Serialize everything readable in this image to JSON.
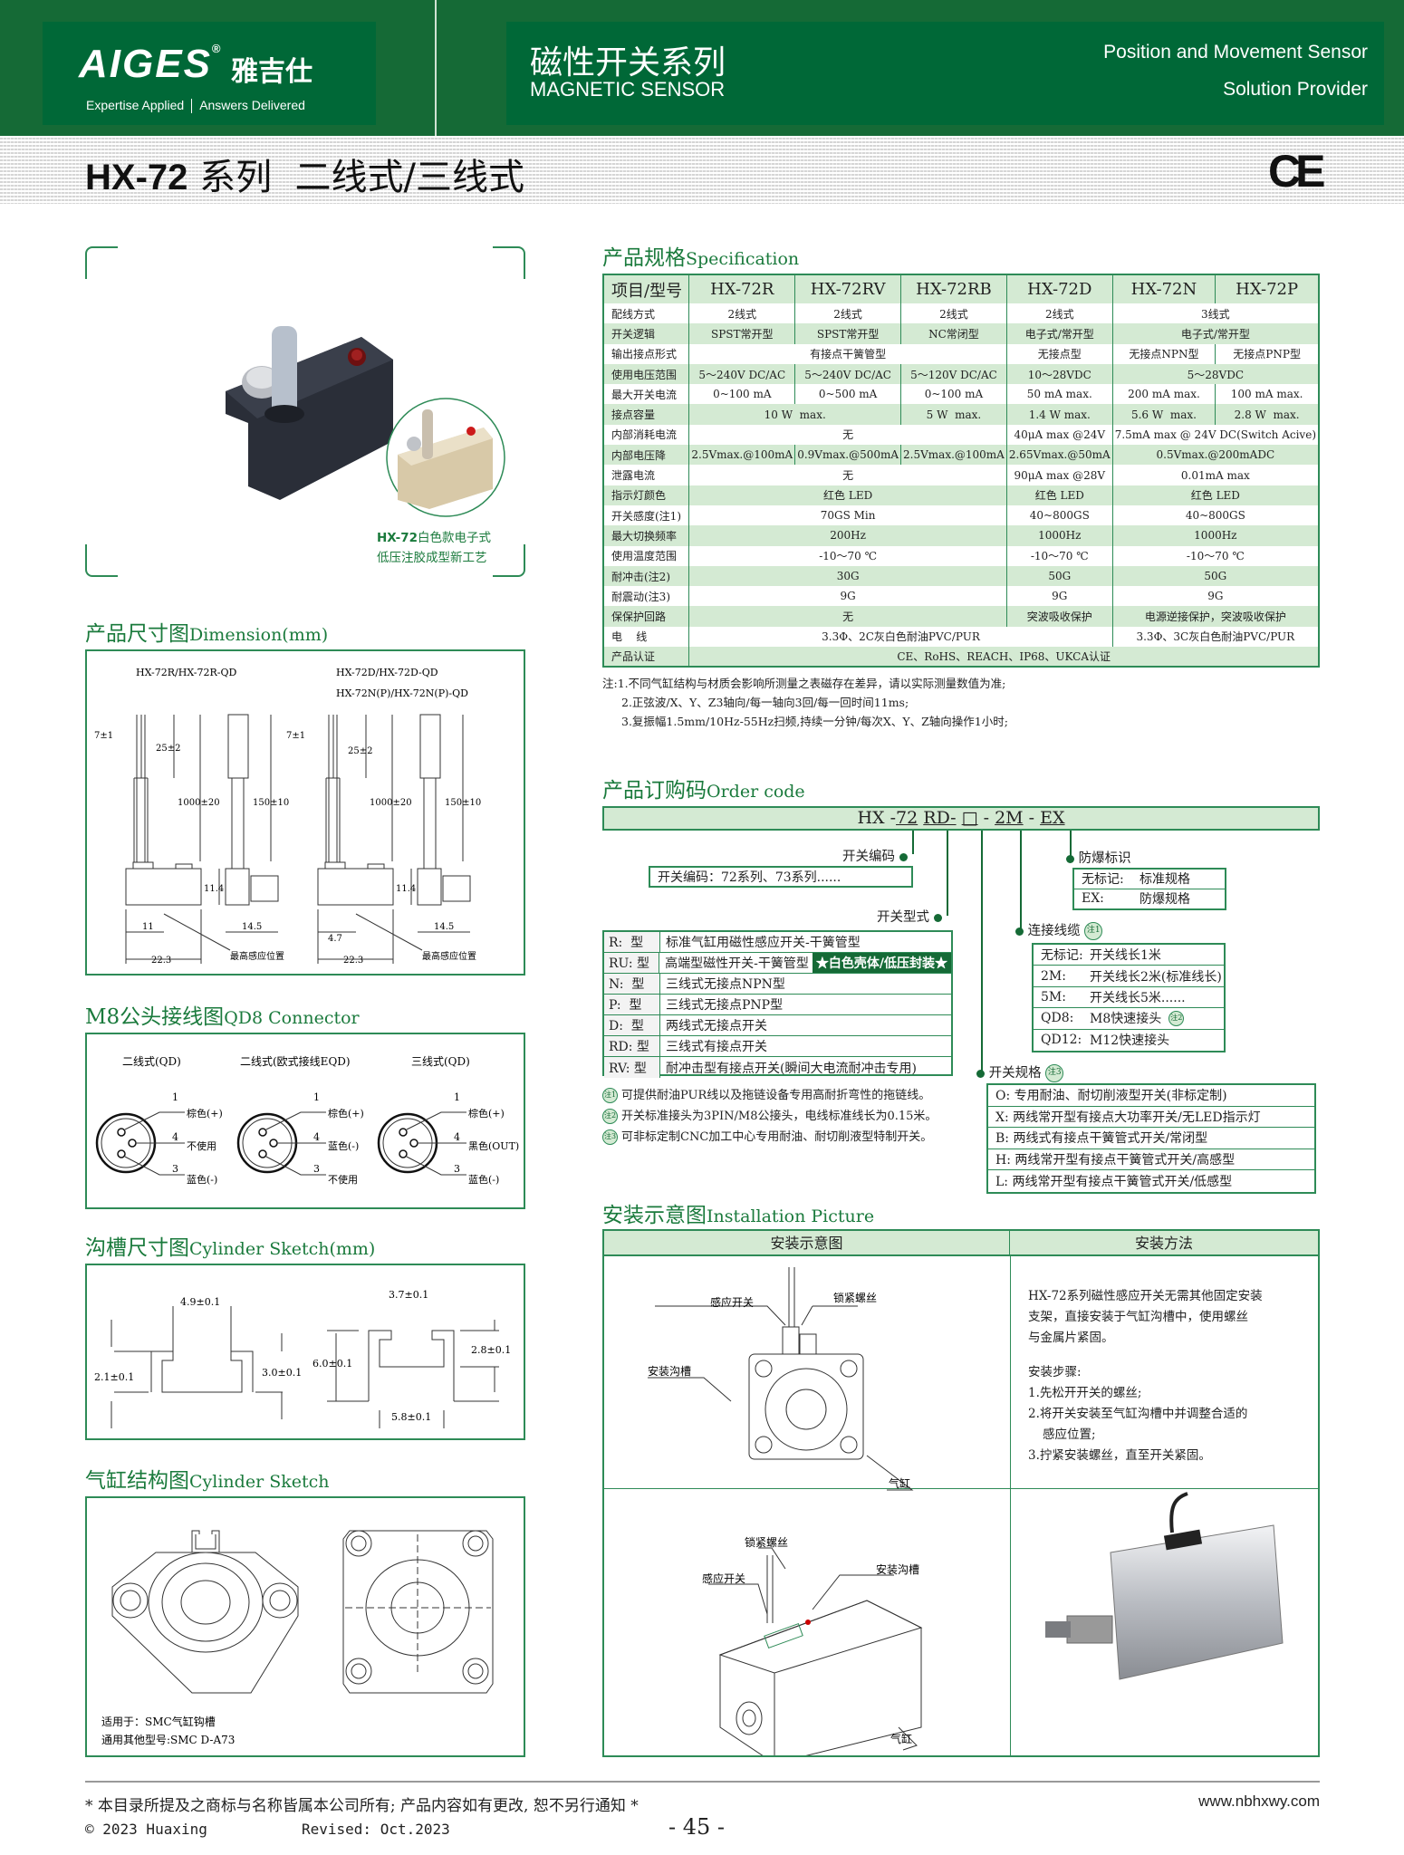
{
  "header": {
    "logo": "AIGES",
    "logo_cn": "雅吉仕",
    "tagline_left": "Expertise Applied",
    "tagline_right": "Answers Delivered",
    "series_cn": "磁性开关系列",
    "series_en": "MAGNETIC SENSOR",
    "tag_line1": "Position and Movement Sensor",
    "tag_line2": "Solution Provider"
  },
  "title": {
    "model": "HX-72",
    "text": " 系列  二线式/三线式",
    "mark": "CE"
  },
  "product_photo": {
    "caption_line1_model": "HX-72",
    "caption_line1": "白色款电子式",
    "caption_line2": "低压注胶成型新工艺"
  },
  "sections": {
    "dimension": {
      "cn": "产品尺寸图",
      "en": "Dimension(mm)"
    },
    "connector": {
      "cn": "M8公头接线图",
      "en": "QD8 Connector"
    },
    "groove": {
      "cn": "沟槽尺寸图",
      "en": "Cylinder Sketch(mm)"
    },
    "cylinder": {
      "cn": "气缸结构图",
      "en": "Cylinder Sketch"
    },
    "spec": {
      "cn": "产品规格",
      "en": "Specification"
    },
    "order": {
      "cn": "产品订购码",
      "en": "Order code"
    },
    "install": {
      "cn": "安装示意图",
      "en": "Installation Picture"
    }
  },
  "dimension": {
    "left_title": "HX-72R/HX-72R-QD",
    "right_title1": "HX-72D/HX-72D-QD",
    "right_title2": "HX-72N(P)/HX-72N(P)-QD",
    "d_strip": "7±1",
    "d_sheath": "25±2",
    "d_cable": "1000±20",
    "d_qd": "150±10",
    "d_height": "11.4",
    "d_11": "11",
    "d_47": "4.7",
    "d_width": "14.5",
    "d_len": "22.3",
    "sense_label": "最高感应位置"
  },
  "connector": {
    "diagrams": [
      {
        "title": "二线式(QD)",
        "pins": [
          {
            "n": "1",
            "label": "棕色(+)"
          },
          {
            "n": "4",
            "label": "不使用"
          },
          {
            "n": "3",
            "label": "蓝色(-)"
          }
        ]
      },
      {
        "title": "二线式(欧式接线EQD)",
        "pins": [
          {
            "n": "1",
            "label": "棕色(+)"
          },
          {
            "n": "4",
            "label": "蓝色(-)"
          },
          {
            "n": "3",
            "label": "不使用"
          }
        ]
      },
      {
        "title": "三线式(QD)",
        "pins": [
          {
            "n": "1",
            "label": "棕色(+)"
          },
          {
            "n": "4",
            "label": "黑色(OUT)"
          },
          {
            "n": "3",
            "label": "蓝色(-)"
          }
        ]
      }
    ]
  },
  "groove": {
    "d1": "4.9±0.1",
    "d2": "2.1±0.1",
    "d3": "3.0±0.1",
    "d4": "6.0±0.1",
    "d5": "3.7±0.1",
    "d6": "2.8±0.1",
    "d7": "5.8±0.1"
  },
  "cylinder": {
    "applies": "适用于：SMC气缸钩槽",
    "compat": "通用其他型号:SMC D-A73"
  },
  "spec": {
    "header": [
      {
        "text": "项目/型号"
      },
      {
        "text": "HX-72R"
      },
      {
        "text": "HX-72RV"
      },
      {
        "text": "HX-72RB"
      },
      {
        "text": "HX-72D"
      },
      {
        "text": "HX-72N"
      },
      {
        "text": "HX-72P"
      }
    ],
    "rows": [
      {
        "label": "配线方式",
        "cells": [
          {
            "text": "2线式"
          },
          {
            "text": "2线式"
          },
          {
            "text": "2线式"
          },
          {
            "text": "2线式"
          },
          {
            "text": "3线式",
            "span": 2
          }
        ]
      },
      {
        "label": "开关逻辑",
        "cells": [
          {
            "text": "SPST常开型"
          },
          {
            "text": "SPST常开型"
          },
          {
            "text": "NC常闭型"
          },
          {
            "text": "电子式/常开型"
          },
          {
            "text": "电子式/常开型",
            "span": 2
          }
        ]
      },
      {
        "label": "输出接点形式",
        "cells": [
          {
            "text": "有接点干簧管型",
            "span": 3
          },
          {
            "text": "无接点型"
          },
          {
            "text": "无接点NPN型"
          },
          {
            "text": "无接点PNP型"
          }
        ]
      },
      {
        "label": "使用电压范围",
        "cells": [
          {
            "text": "5～240V DC/AC"
          },
          {
            "text": "5～240V DC/AC"
          },
          {
            "text": "5～120V DC/AC"
          },
          {
            "text": "10～28VDC"
          },
          {
            "text": "5～28VDC",
            "span": 2
          }
        ]
      },
      {
        "label": "最大开关电流",
        "cells": [
          {
            "text": "0~100 mA"
          },
          {
            "text": "0~500 mA"
          },
          {
            "text": "0~100 mA"
          },
          {
            "text": "50 mA max."
          },
          {
            "text": "200 mA max."
          },
          {
            "text": "100 mA max."
          }
        ]
      },
      {
        "label": "接点容量",
        "cells": [
          {
            "text": "10 W  max.",
            "span": 2
          },
          {
            "text": "5 W  max."
          },
          {
            "text": "1.4 W max."
          },
          {
            "text": "5.6 W  max."
          },
          {
            "text": "2.8 W  max."
          }
        ]
      },
      {
        "label": "内部消耗电流",
        "cells": [
          {
            "text": "无",
            "span": 3
          },
          {
            "text": "40μA max @24V"
          },
          {
            "text": "7.5mA max @ 24V DC(Switch Acive)",
            "span": 2
          }
        ]
      },
      {
        "label": "内部电压降",
        "cells": [
          {
            "text": "2.5Vmax.@100mA"
          },
          {
            "text": "0.9Vmax.@500mA"
          },
          {
            "text": "2.5Vmax.@100mA"
          },
          {
            "text": "2.65Vmax.@50mA"
          },
          {
            "text": "0.5Vmax.@200mADC",
            "span": 2
          }
        ]
      },
      {
        "label": "泄露电流",
        "cells": [
          {
            "text": "无",
            "span": 3
          },
          {
            "text": "90μA max @28V"
          },
          {
            "text": "0.01mA max",
            "span": 2
          }
        ]
      },
      {
        "label": "指示灯颜色",
        "cells": [
          {
            "text": "红色 LED",
            "span": 3
          },
          {
            "text": "红色 LED"
          },
          {
            "text": "红色 LED",
            "span": 2
          }
        ]
      },
      {
        "label": "开关感度(注1)",
        "cells": [
          {
            "text": "70GS Min",
            "span": 3
          },
          {
            "text": "40~800GS"
          },
          {
            "text": "40~800GS",
            "span": 2
          }
        ]
      },
      {
        "label": "最大切换频率",
        "cells": [
          {
            "text": "200Hz",
            "span": 3
          },
          {
            "text": "1000Hz"
          },
          {
            "text": "1000Hz",
            "span": 2
          }
        ]
      },
      {
        "label": "使用温度范围",
        "cells": [
          {
            "text": "-10～70 ℃",
            "span": 3
          },
          {
            "text": "-10～70 ℃"
          },
          {
            "text": "-10～70 ℃",
            "span": 2
          }
        ]
      },
      {
        "label": "耐冲击(注2)",
        "cells": [
          {
            "text": "30G",
            "span": 3
          },
          {
            "text": "50G"
          },
          {
            "text": "50G",
            "span": 2
          }
        ]
      },
      {
        "label": "耐震动(注3)",
        "cells": [
          {
            "text": "9G",
            "span": 3
          },
          {
            "text": "9G"
          },
          {
            "text": "9G",
            "span": 2
          }
        ]
      },
      {
        "label": "保保护回路",
        "cells": [
          {
            "text": "无",
            "span": 3
          },
          {
            "text": "突波吸收保护"
          },
          {
            "text": "电源逆接保护，突波吸收保护",
            "span": 2
          }
        ]
      },
      {
        "label": "电    线",
        "cells": [
          {
            "text": "3.3Φ、2C灰白色耐油PVC/PUR",
            "span": 4
          },
          {
            "text": "3.3Φ、3C灰白色耐油PVC/PUR",
            "span": 2
          }
        ]
      },
      {
        "label": "产品认证",
        "cells": [
          {
            "text": "CE、RoHS、REACH、IP68、UKCA认证",
            "span": 6
          }
        ]
      }
    ],
    "notes": [
      "注:1.不同气缸结构与材质会影响所测量之表磁存在差异，请以实际测量数值为准;",
      "2.正弦波/X、Y、Z3轴向/每一轴向3回/每一回时间11ms;",
      "3.复振幅1.5mm/10Hz-55Hz扫频,持续一分钟/每次X、Y、Z轴向操作1小时;"
    ]
  },
  "order": {
    "code": {
      "p1": "HX -",
      "p2": "72",
      "p3": "RD-",
      "p4": "□",
      "sep": " - ",
      "p5": "2M",
      "p6": "EX"
    },
    "switch_code": {
      "label": "开关编码",
      "value": "开关编码：72系列、73系列......"
    },
    "switch_type": {
      "label": "开关型式",
      "rows": [
        {
          "code": "R:  型",
          "desc": "标准气缸用磁性感应开关-干簧管型"
        },
        {
          "code": "RU: 型",
          "desc": "高端型磁性开关-干簧管型",
          "highlight": "★白色壳体/低压封装★"
        },
        {
          "code": "N:  型",
          "desc": "三线式无接点NPN型"
        },
        {
          "code": "P:  型",
          "desc": "三线式无接点PNP型"
        },
        {
          "code": "D:  型",
          "desc": "两线式无接点开关"
        },
        {
          "code": "RD: 型",
          "desc": "三线式有接点开关"
        },
        {
          "code": "RV: 型",
          "desc": "耐冲击型有接点开关(瞬间大电流耐冲击专用)"
        }
      ]
    },
    "footnotes": [
      {
        "badge": "注1",
        "text": "可提供耐油PUR线以及拖链设备专用高耐折弯性的拖链线。"
      },
      {
        "badge": "注2",
        "text": "开关标准接头为3PIN/M8公接头，电线标准线长为0.15米。"
      },
      {
        "badge": "注3",
        "text": "可非标定制CNC加工中心专用耐油、耐切削液型特制开关。"
      }
    ],
    "explosion": {
      "label": "防爆标识",
      "rows": [
        {
          "code": "无标记:",
          "desc": "标准规格"
        },
        {
          "code": "EX:",
          "desc": "防爆规格"
        }
      ]
    },
    "cable": {
      "label": "连接线缆",
      "badge": "注1",
      "rows": [
        {
          "code": "无标记:",
          "desc": "开关线长1米"
        },
        {
          "code": "2M:",
          "desc": "开关线长2米(标准线长)"
        },
        {
          "code": "5M:",
          "desc": "开关线长5米......"
        },
        {
          "code": "QD8:",
          "desc": "M8快速接头",
          "badge": "注2"
        },
        {
          "code": "QD12:",
          "desc": "M12快速接头"
        }
      ]
    },
    "spec_opt": {
      "label": "开关规格",
      "badge": "注3",
      "rows": [
        {
          "text": "O: 专用耐油、耐切削液型开关(非标定制)"
        },
        {
          "text": "X: 两线常开型有接点大功率开关/无LED指示灯"
        },
        {
          "text": "B: 两线式有接点干簧管式开关/常闭型"
        },
        {
          "text": "H: 两线常开型有接点干簧管式开关/高感型"
        },
        {
          "text": "L: 两线常开型有接点干簧管式开关/低感型"
        }
      ]
    }
  },
  "install": {
    "col1": "安装示意图",
    "col2": "安装方法",
    "labels": {
      "switch": "感应开关",
      "screw": "锁紧螺丝",
      "groove": "安装沟槽",
      "cylinder": "气缸"
    },
    "intro": [
      "HX-72系列磁性感应开关无需其他固定安装",
      "支架，直接安装于气缸沟槽中，使用螺丝",
      "与金属片紧固。"
    ],
    "steps_title": "安装步骤:",
    "steps": [
      "1.先松开开关的螺丝;",
      "2.将开关安装至气缸沟槽中并调整合适的",
      "感应位置;",
      "3.拧紧安装螺丝，直至开关紧固。"
    ]
  },
  "footer": {
    "disclaimer": "* 本目录所提及之商标与名称皆属本公司所有; 产品内容如有更改, 恕不另行通知  *",
    "website": "www.nbhxwy.com",
    "copyright": "© 2023 Huaxing",
    "revised": "Revised: Oct.2023",
    "page": "- 45 -"
  },
  "colors": {
    "brand_green": "#006837",
    "header_green": "#156a36",
    "table_green": "#d4ead3",
    "line_green": "#2e8b57",
    "title_green": "#1a7a3c"
  }
}
